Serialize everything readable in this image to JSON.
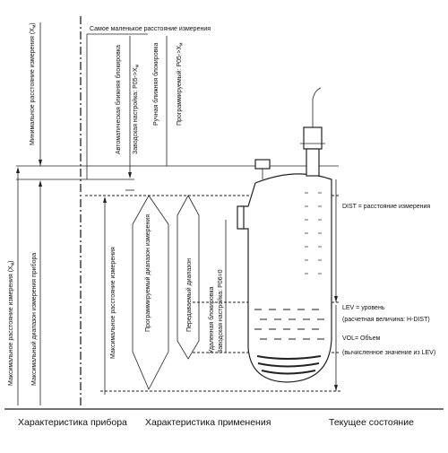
{
  "labels": {
    "smallest_distance": "Самое маленькое расстояние измерения",
    "min_distance": "Минимальное расстояние измерения (X",
    "min_distance_sub": "м",
    "min_distance_end": ")",
    "max_distance": "Максимальное расстояние измерения (X",
    "max_distance_sub": "м",
    "max_distance_end": ")",
    "max_range_device": "Максимальный диапазон измерения прибора",
    "auto_block": "Автоматическая ближняя блокировка",
    "factory_setting_p05": "Заводская настройка: P05->X",
    "factory_setting_p05_sub": "м",
    "manual_block": "Ручная ближняя блокировка",
    "programmable_p05": "Программируемый: P05->X",
    "programmable_p05_sub": "м",
    "max_measure_distance": "Максимальное расстояние измерения",
    "programmable_range": "Программируемый диапазон измерения",
    "transmitted_range": "Передаваемый диапазон",
    "remote_block": "Удаленная блокировка",
    "factory_setting_p06": "Заводская настройка: P06=0",
    "dist": "DIST = расстояние измерения",
    "lev": "LEV = уровень",
    "lev_calc": "(расчетная величина: H-DIST)",
    "vol": "VOL= Объем",
    "vol_calc": "(вычисленное значение из LEV)"
  },
  "footer": {
    "device": "Характеристика прибора",
    "application": "Характеристика применения",
    "current": "Текущее состояние"
  }
}
